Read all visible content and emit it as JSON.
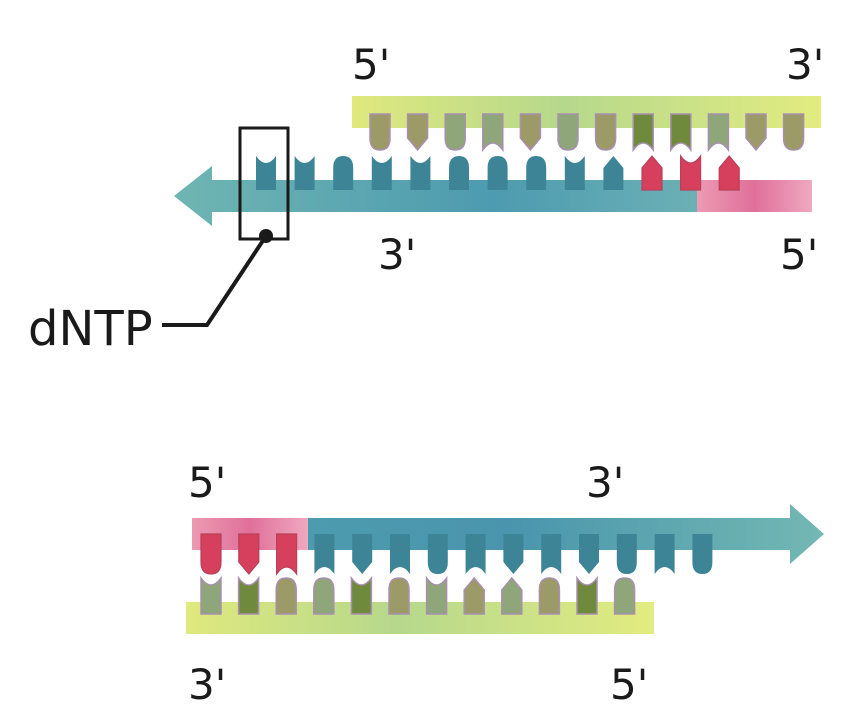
{
  "labels": {
    "dntp": "dNTP",
    "top_template_5": "5'",
    "top_template_3": "3'",
    "top_new_3": "3'",
    "top_new_5": "5'",
    "bottom_new_5": "5'",
    "bottom_new_3": "3'",
    "bottom_template_3": "3'",
    "bottom_template_5": "5'"
  },
  "colors": {
    "template_strand": "#c8dc6e",
    "new_strand": "#4a9aa8",
    "primer": "#e8769a",
    "primer_base": "#d6405c",
    "new_base": "#3d8596",
    "template_base_olive": "#9c9a66",
    "template_base_green": "#6f8a3c",
    "template_base_sage": "#8fa67a",
    "callout": "#1a1a1a"
  },
  "top_panel": {
    "template_bases": [
      "olive",
      "olive",
      "sage",
      "sage",
      "olive",
      "sage",
      "olive",
      "green",
      "green",
      "sage",
      "olive",
      "olive"
    ],
    "template_shapes": [
      "round",
      "point",
      "round",
      "notch",
      "point",
      "round",
      "round",
      "notch",
      "notch",
      "notch",
      "point",
      "round"
    ],
    "new_bases": [
      "dntp",
      "new",
      "new",
      "new",
      "new",
      "new",
      "new",
      "new",
      "new",
      "new",
      "primer",
      "primer",
      "primer"
    ],
    "new_shapes": [
      "notch",
      "notch",
      "round",
      "notch",
      "notch",
      "round",
      "round",
      "round",
      "notch",
      "point",
      "point",
      "notch",
      "point"
    ]
  },
  "bottom_panel": {
    "new_bases": [
      "primer",
      "primer",
      "primer",
      "new",
      "new",
      "new",
      "new",
      "new",
      "new",
      "new",
      "new",
      "new",
      "new",
      "new"
    ],
    "new_shapes": [
      "round",
      "point",
      "notch",
      "notch",
      "point",
      "notch",
      "round",
      "notch",
      "point",
      "notch",
      "point",
      "round",
      "notch",
      "round"
    ],
    "template_bases": [
      "sage",
      "green",
      "olive",
      "sage",
      "green",
      "olive",
      "sage",
      "olive",
      "sage",
      "olive",
      "green",
      "sage"
    ],
    "template_shapes": [
      "notch",
      "notch",
      "round",
      "round",
      "notch",
      "round",
      "notch",
      "point",
      "point",
      "round",
      "notch",
      "round"
    ]
  }
}
